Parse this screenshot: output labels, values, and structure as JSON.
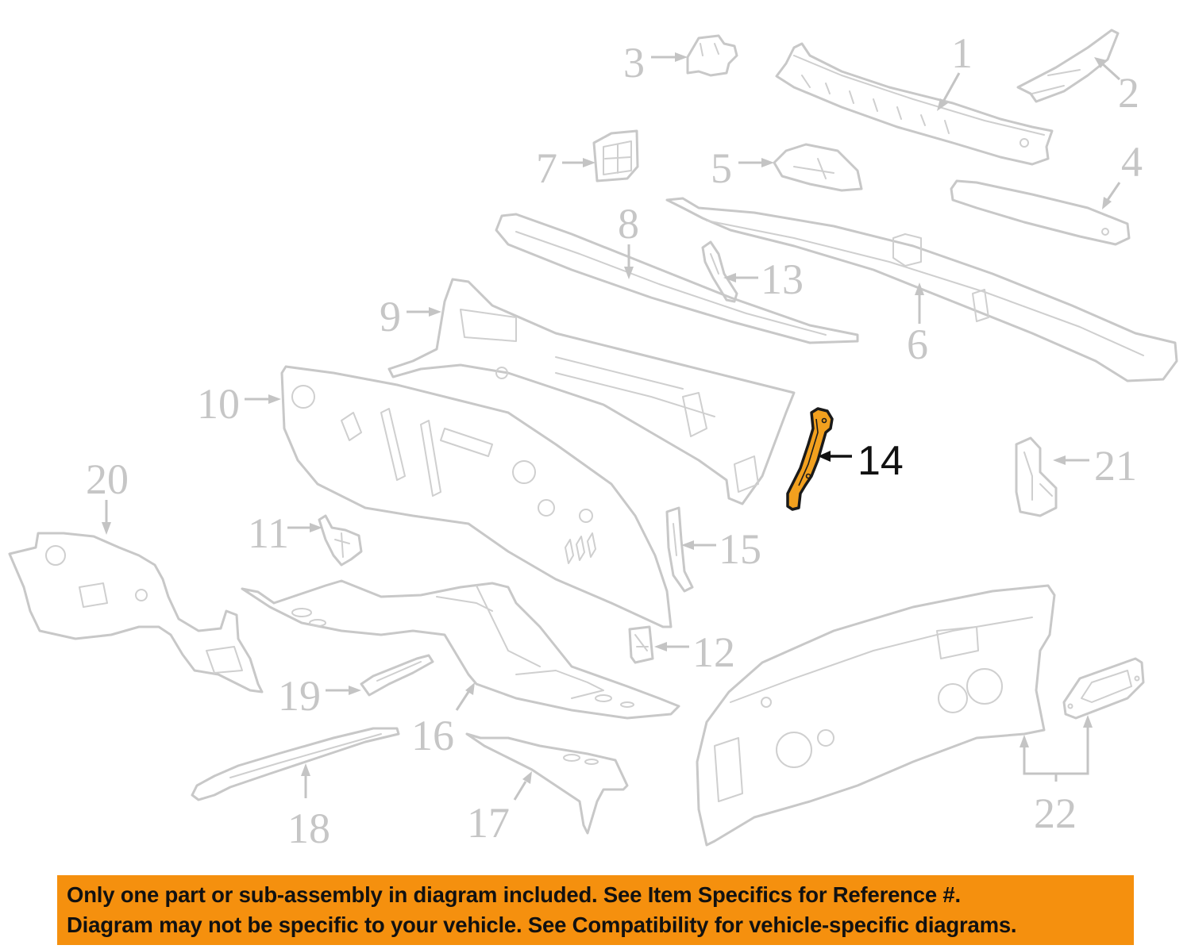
{
  "diagram": {
    "title": "Dash panel / cowl parts diagram",
    "highlighted_part": "14",
    "colors": {
      "part_outline": "#c8c8c8",
      "highlight_fill": "#f2a01e",
      "highlight_stroke": "#1a1a1a",
      "banner_bg": "#f5900e",
      "banner_text": "#111111"
    },
    "callouts": [
      {
        "id": "1",
        "label": "1"
      },
      {
        "id": "2",
        "label": "2"
      },
      {
        "id": "3",
        "label": "3"
      },
      {
        "id": "4",
        "label": "4"
      },
      {
        "id": "5",
        "label": "5"
      },
      {
        "id": "6",
        "label": "6"
      },
      {
        "id": "7",
        "label": "7"
      },
      {
        "id": "8",
        "label": "8"
      },
      {
        "id": "9",
        "label": "9"
      },
      {
        "id": "10",
        "label": "10"
      },
      {
        "id": "11",
        "label": "11"
      },
      {
        "id": "12",
        "label": "12"
      },
      {
        "id": "13",
        "label": "13"
      },
      {
        "id": "14",
        "label": "14"
      },
      {
        "id": "15",
        "label": "15"
      },
      {
        "id": "16",
        "label": "16"
      },
      {
        "id": "17",
        "label": "17"
      },
      {
        "id": "18",
        "label": "18"
      },
      {
        "id": "19",
        "label": "19"
      },
      {
        "id": "20",
        "label": "20"
      },
      {
        "id": "21",
        "label": "21"
      },
      {
        "id": "22",
        "label": "22"
      }
    ]
  },
  "banner": {
    "line1": "Only one part or sub-assembly in diagram included. See Item Specifics for Reference #.",
    "line2": "Diagram may not be specific to your vehicle. See Compatibility for vehicle-specific diagrams."
  }
}
